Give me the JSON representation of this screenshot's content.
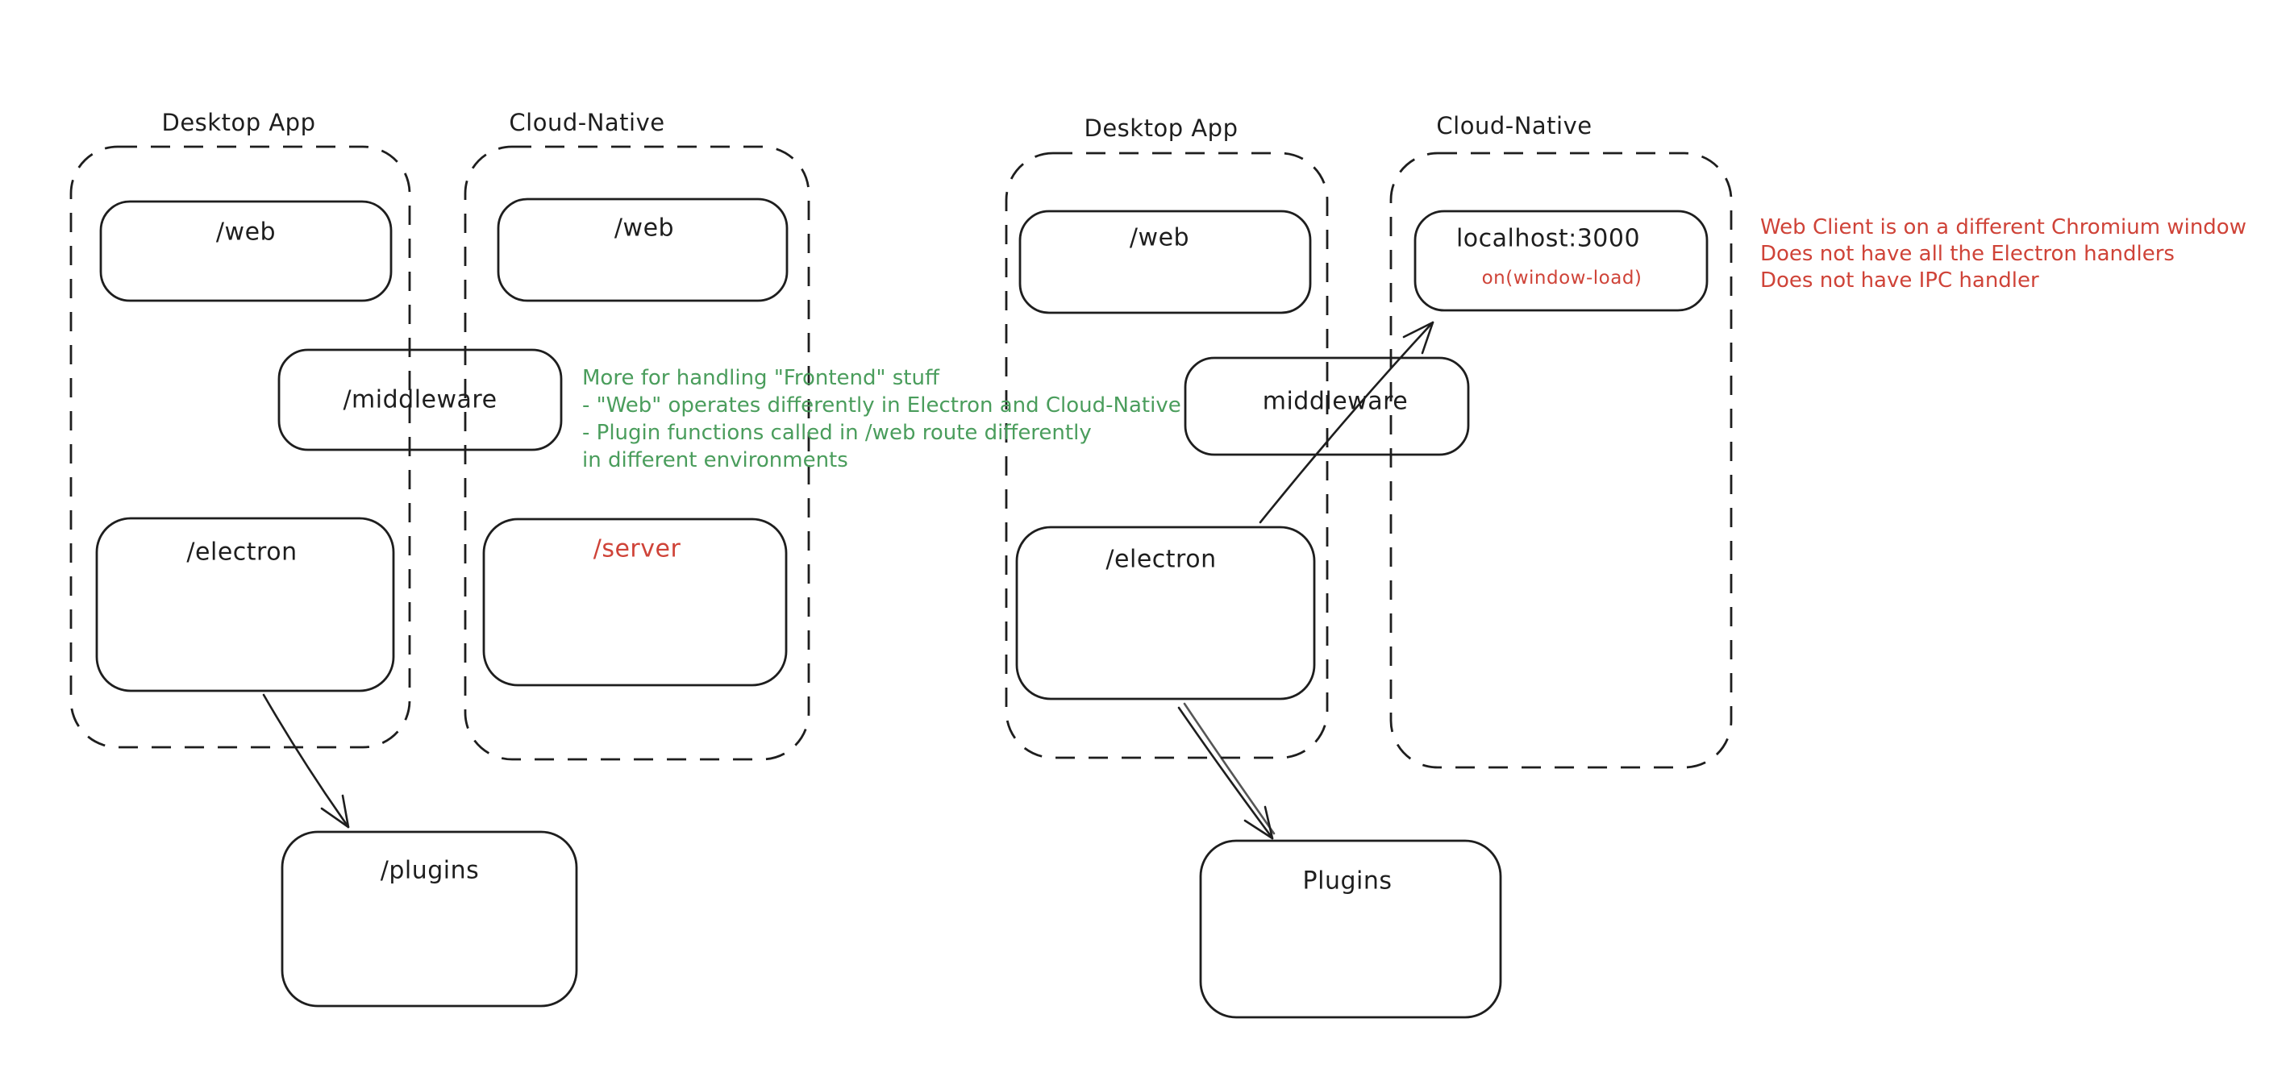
{
  "diagram_left": {
    "desktop_group_title": "Desktop App",
    "cloud_group_title": "Cloud-Native",
    "web_box_label": "/web",
    "cloud_web_box_label": "/web",
    "middleware_box_label": "/middleware",
    "electron_box_label": "/electron",
    "server_box_label": "/server",
    "plugins_box_label": "/plugins",
    "note_lines": [
      "More for handling \"Frontend\" stuff",
      "- \"Web\" operates differently in Electron and Cloud-Native",
      "- Plugin functions called in /web route differently",
      "in different environments"
    ]
  },
  "diagram_right": {
    "desktop_group_title": "Desktop App",
    "cloud_group_title": "Cloud-Native",
    "web_box_label": "/web",
    "localhost_box_label": "localhost:3000",
    "localhost_box_annotation": "on(window-load)",
    "middleware_box_label": "middleware",
    "electron_box_label": "/electron",
    "plugins_box_label": "Plugins",
    "note_lines": [
      "Web Client is on a different Chromium window",
      "Does not have all the Electron handlers",
      "Does not have IPC handler"
    ]
  },
  "connections": [
    {
      "diagram": "left",
      "from": "/electron",
      "to": "/plugins"
    },
    {
      "diagram": "right",
      "from": "/electron",
      "to": "Plugins"
    },
    {
      "diagram": "right",
      "from": "/electron",
      "to": "localhost:3000"
    }
  ],
  "colors": {
    "ink": "#1e1e1e",
    "note_green": "#4a9d5c",
    "alert_red": "#cf4338",
    "background": "#ffffff"
  }
}
